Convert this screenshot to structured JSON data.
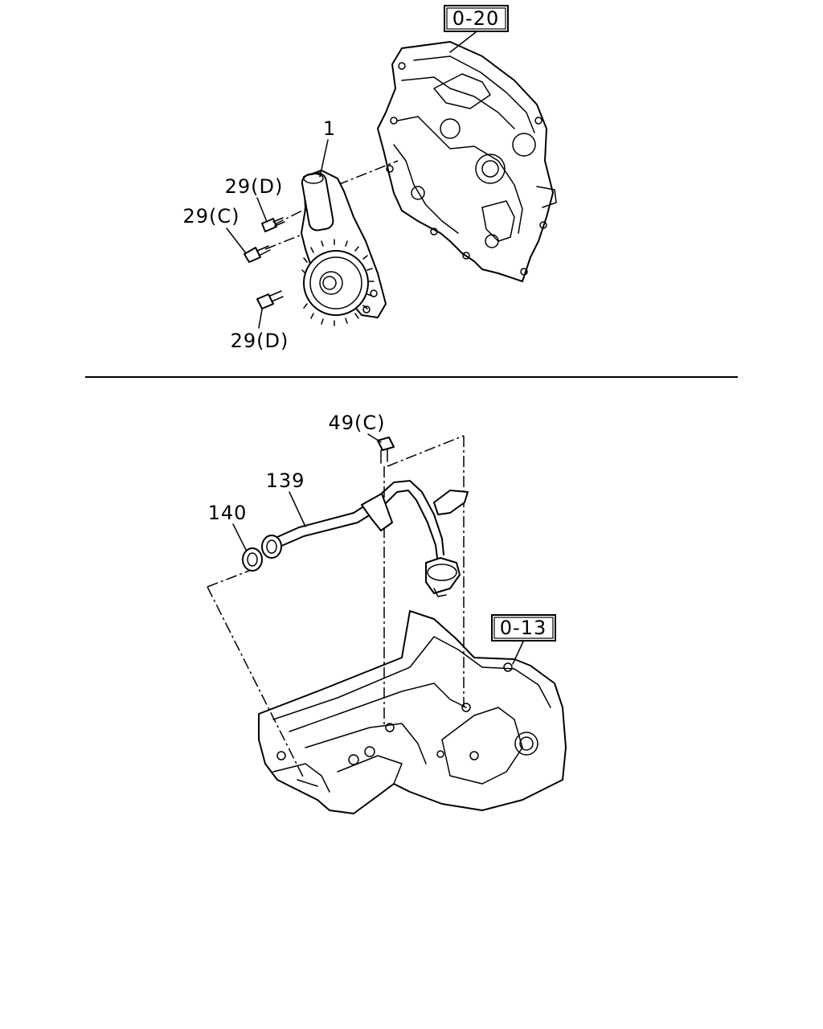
{
  "references": [
    {
      "id": "ref-front-cover",
      "code": "0-20"
    },
    {
      "id": "ref-oil-pan",
      "code": "0-13"
    }
  ],
  "callouts": [
    {
      "id": "callout-1",
      "text": "1"
    },
    {
      "id": "callout-29d-top",
      "text": "29(D)"
    },
    {
      "id": "callout-29c",
      "text": "29(C)"
    },
    {
      "id": "callout-29d-bottom",
      "text": "29(D)"
    },
    {
      "id": "callout-49c",
      "text": "49(C)"
    },
    {
      "id": "callout-139",
      "text": "139"
    },
    {
      "id": "callout-140",
      "text": "140"
    }
  ]
}
